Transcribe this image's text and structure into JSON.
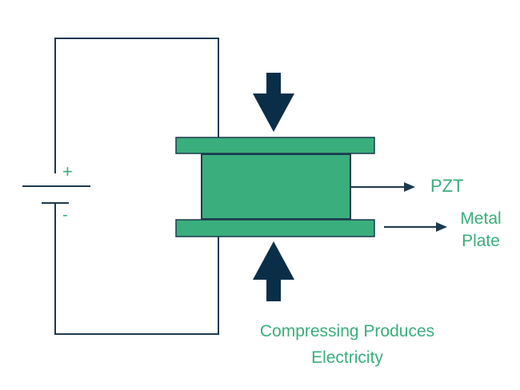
{
  "battery": {
    "positive_symbol": "+",
    "negative_symbol": "-"
  },
  "labels": {
    "pzt": "PZT",
    "metal_plate_line1": "Metal",
    "metal_plate_line2": "Plate",
    "caption_line1": "Compressing Produces",
    "caption_line2": "Electricity"
  },
  "icons": {
    "top_force": "arrow-down-icon",
    "bottom_force": "arrow-up-icon",
    "pzt_pointer": "arrow-right-icon",
    "plate_pointer": "arrow-right-icon"
  },
  "colors": {
    "wire": "#1c3a4f",
    "plate_fill": "#3aae7c",
    "component_outline": "#1c3a4f",
    "force_arrow": "#0b2e48",
    "label_text": "#3aae7c"
  }
}
